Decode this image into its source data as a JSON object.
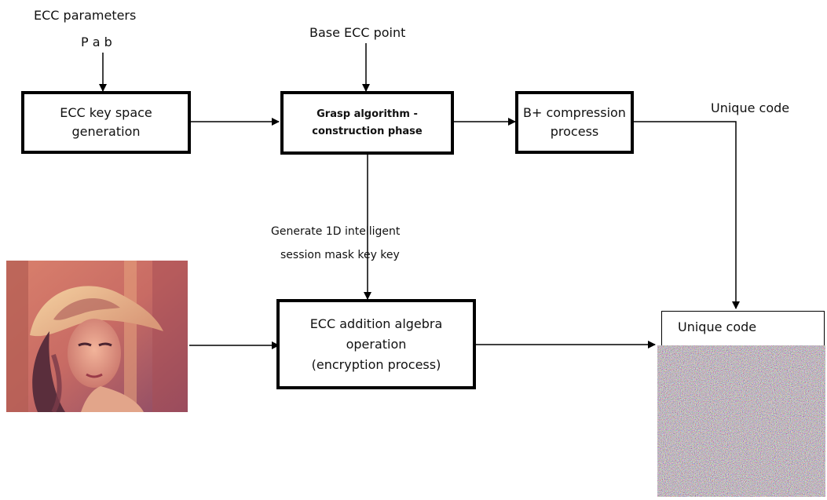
{
  "inputs": {
    "ecc_params_line1": "ECC parameters",
    "ecc_params_line2": "P a b",
    "base_point": "Base ECC point",
    "unique_code_top": "Unique code",
    "mask_line1": "Generate 1D intelligent",
    "mask_line2": "session mask key key"
  },
  "boxes": {
    "keyspace": {
      "line1": "ECC key space",
      "line2": "generation"
    },
    "grasp": {
      "line1": "Grasp algorithm -",
      "line2": "construction phase"
    },
    "compression": {
      "line1": "B+ compression",
      "line2": "process"
    },
    "encryption": {
      "line1": "ECC addition algebra",
      "line2": "operation",
      "line3": "(encryption process)"
    }
  },
  "output": {
    "unique_code_label": "Unique code"
  },
  "images": {
    "input_image": "portrait-photo",
    "output_image": "noise-encrypted-image"
  },
  "colors": {
    "stroke": "#000000",
    "box_border": "#000000"
  }
}
